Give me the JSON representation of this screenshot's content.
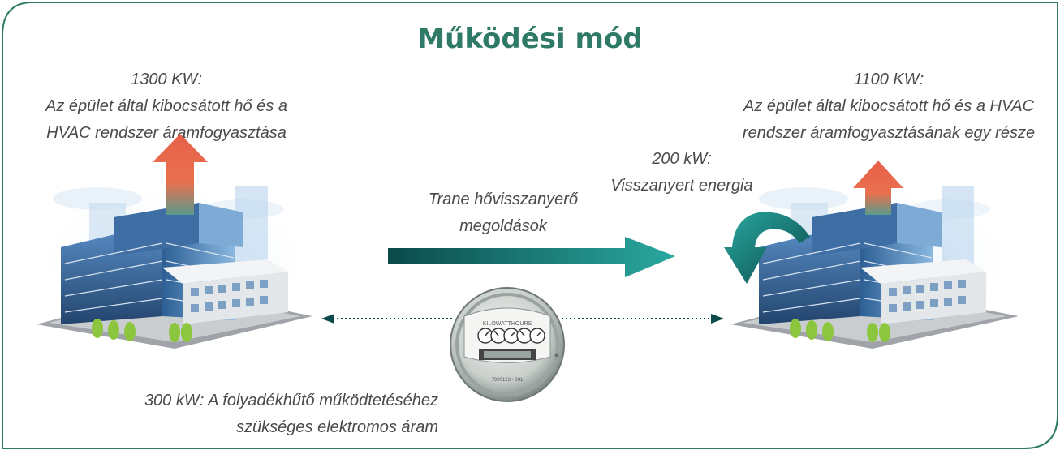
{
  "title": "Működési mód",
  "left": {
    "value": "1300 KW:",
    "line1": "Az épület által kibocsátott hő és a",
    "line2": "HVAC rendszer áramfogyasztása"
  },
  "right": {
    "value": "1100 KW:",
    "line1": "Az épület által kibocsátott hő és a HVAC",
    "line2": "rendszer áramfogyasztásának egy része"
  },
  "recovered": {
    "value": "200 kW:",
    "label": "Visszanyert energia"
  },
  "middle": {
    "line1": "Trane hővisszanyerő",
    "line2": "megoldások"
  },
  "bottom": {
    "line1": "300 kW: A folyadékhűtő működtetéséhez",
    "line2": "szükséges elektromos áram"
  },
  "meter": {
    "label": "KILOWATTHOURS",
    "serial": "7000123 • 001"
  },
  "colors": {
    "brand": "#2e7a66",
    "arrow_dark": "#0b4a4a",
    "arrow_light": "#2aa8a0",
    "heat_arrow": "#e8604a"
  }
}
